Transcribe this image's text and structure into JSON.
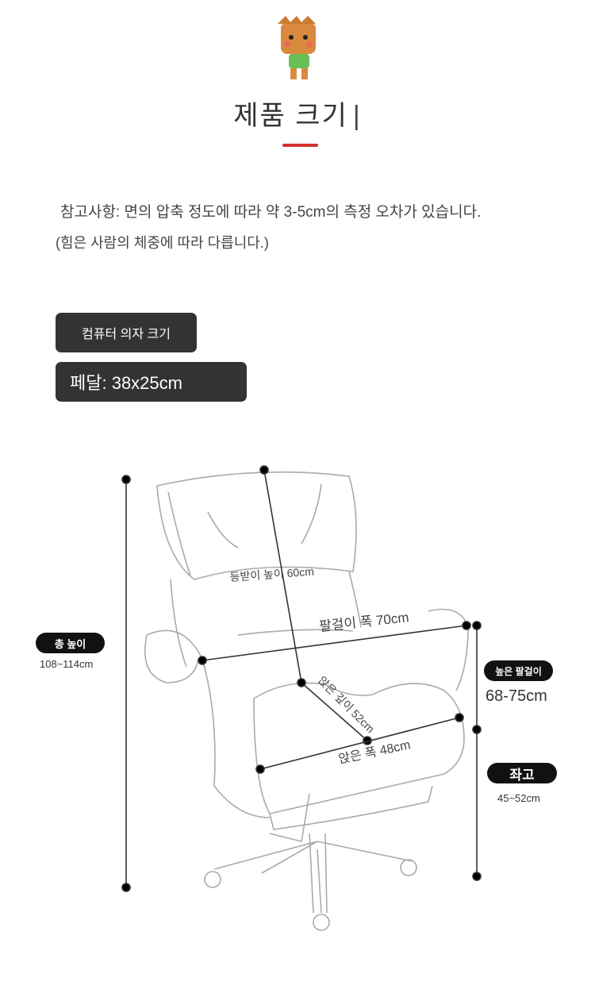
{
  "header": {
    "title": "제품 크기",
    "cursor": "|"
  },
  "notes": {
    "line1": "참고사항: 면의 압축 정도에 따라 약 3-5cm의 측정 오차가 있습니다.",
    "line2": "(힘은 사람의 체중에 따라 다릅니다.)"
  },
  "tags": {
    "chair_size": "컴퓨터 의자 크기",
    "pedal": "페달: 38x25cm"
  },
  "dimensions": {
    "backrest_height": "등받이 높이 60cm",
    "armrest_width": "팔걸이 폭 70cm",
    "seat_depth": "앉은 깊이 52cm",
    "seat_width": "앉은 폭 48cm",
    "total_height_label": "총 높이",
    "total_height_value": "108~114cm",
    "armrest_height_label": "높은 팔걸이",
    "armrest_height_value": "68-75cm",
    "seat_height_label": "좌고",
    "seat_height_value": "45~52cm"
  },
  "colors": {
    "accent": "#d2322b",
    "tag_bg": "#333333"
  }
}
